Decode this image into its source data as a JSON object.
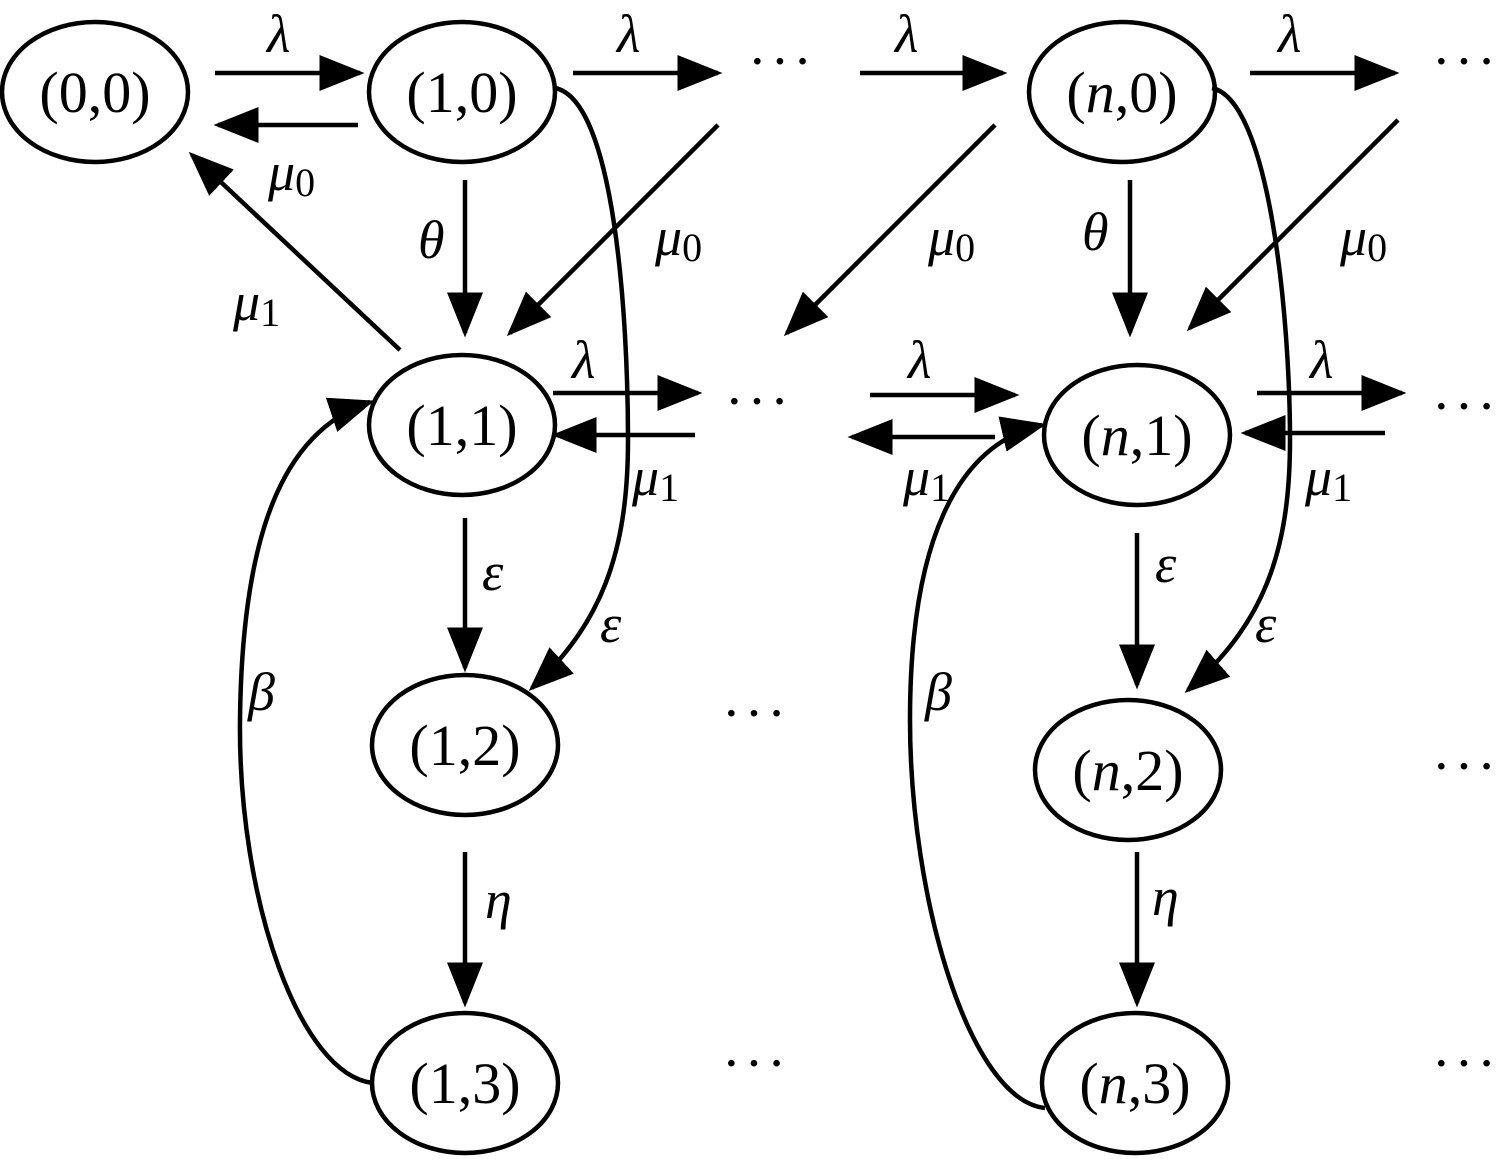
{
  "states": {
    "s00": "(0,0)",
    "s10": "(1,0)",
    "s11": "(1,1)",
    "s12": "(1,2)",
    "s13": "(1,3)",
    "sn0": {
      "pre": "(",
      "var": "n",
      "post": ",0)"
    },
    "sn1": {
      "pre": "(",
      "var": "n",
      "post": ",1)"
    },
    "sn2": {
      "pre": "(",
      "var": "n",
      "post": ",2)"
    },
    "sn3": {
      "pre": "(",
      "var": "n",
      "post": ",3)"
    }
  },
  "rates": {
    "lambda": "λ",
    "mu": "μ",
    "mu_sub_0": "0",
    "mu_sub_1": "1",
    "theta": "θ",
    "epsilon": "ε",
    "eta": "η",
    "beta": "β"
  },
  "ellipsis": "···"
}
